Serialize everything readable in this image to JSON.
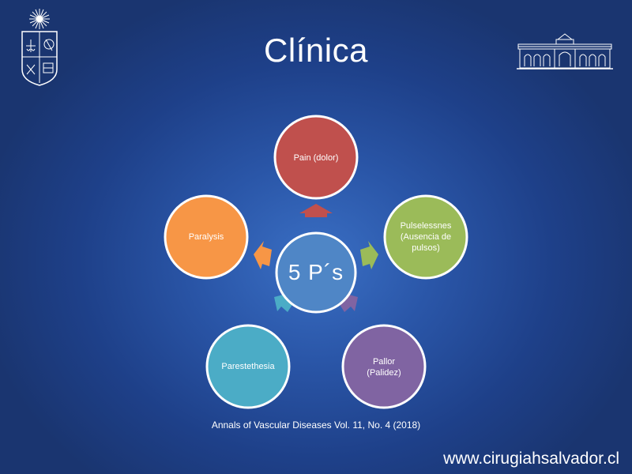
{
  "slide": {
    "title": "Clínica",
    "citation": "Annals of Vascular Diseases Vol. 11, No. 4 (2018)",
    "website": "www.cirugiahsalvador.cl"
  },
  "diagram": {
    "center": {
      "label": "5 P´s",
      "color": "#4f86c6"
    },
    "nodes": [
      {
        "id": "pain",
        "label": "Pain (dolor)",
        "color": "#c0504d"
      },
      {
        "id": "pulselessness",
        "label": "Pulselessnes (Ausencia de pulsos)",
        "color": "#9bbb59"
      },
      {
        "id": "pallor",
        "label": "Pallor (Palidez)",
        "color": "#8064a2"
      },
      {
        "id": "paresthesia",
        "label": "Parestethesia",
        "color": "#4bacc6"
      },
      {
        "id": "paralysis",
        "label": "Paralysis",
        "color": "#f79646"
      }
    ]
  },
  "icons": {
    "left_logo": "university-crest-icon",
    "right_logo": "hospital-building-icon"
  }
}
